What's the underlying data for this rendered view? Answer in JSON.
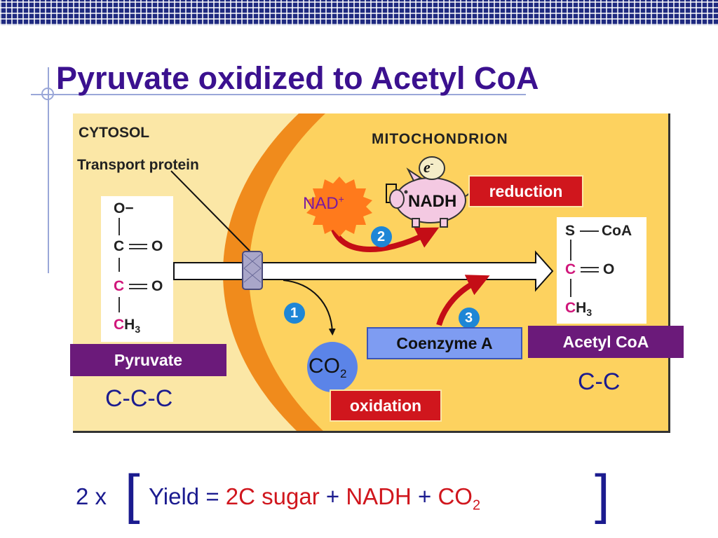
{
  "slide": {
    "title": "Pyruvate oxidized to Acetyl CoA"
  },
  "diagram": {
    "cytosol_label": "CYTOSOL",
    "transport_label": "Transport protein",
    "mito_label": "MITOCHONDRION",
    "pyruvate_atoms": {
      "o_minus": "O−",
      "c1": "C",
      "o1": "O",
      "c2": "C",
      "o2": "O",
      "c3": "C",
      "h3": "H",
      "sub3": "3"
    },
    "acetyl_atoms": {
      "s": "S",
      "coa": "CoA",
      "c1": "C",
      "o1": "O",
      "c2": "C",
      "h3": "H",
      "sub3": "3"
    },
    "nad_label": "NAD",
    "nad_sup": "+",
    "electron_label": "e",
    "electron_sup": "-",
    "nadh_label": "NADH",
    "step1": "1",
    "step2": "2",
    "step3": "3",
    "co2_label": "CO",
    "co2_sub": "2",
    "pyruvate_box": "Pyruvate",
    "pyruvate_formula": "C-C-C",
    "coenzyme_box": "Coenzyme A",
    "acetyl_box": "Acetyl CoA",
    "acetyl_formula": "C-C",
    "reduction_box": "reduction",
    "oxidation_box": "oxidation"
  },
  "yield": {
    "multiplier": "2 x",
    "open_bracket": "[",
    "label": "Yield =",
    "term1": "2C sugar",
    "plus1": "+",
    "term2": "NADH",
    "plus2": "+",
    "term3": "CO",
    "term3_sub": "2",
    "close_bracket": "]"
  },
  "colors": {
    "title": "#3b118f",
    "cytosol_bg": "#fbe7a6",
    "matrix": "#fdd25f",
    "membrane": "#f08b1c",
    "accent_red": "#d0161d",
    "accent_purple": "#6b1a7a",
    "accent_blue": "#7e9cf2"
  }
}
